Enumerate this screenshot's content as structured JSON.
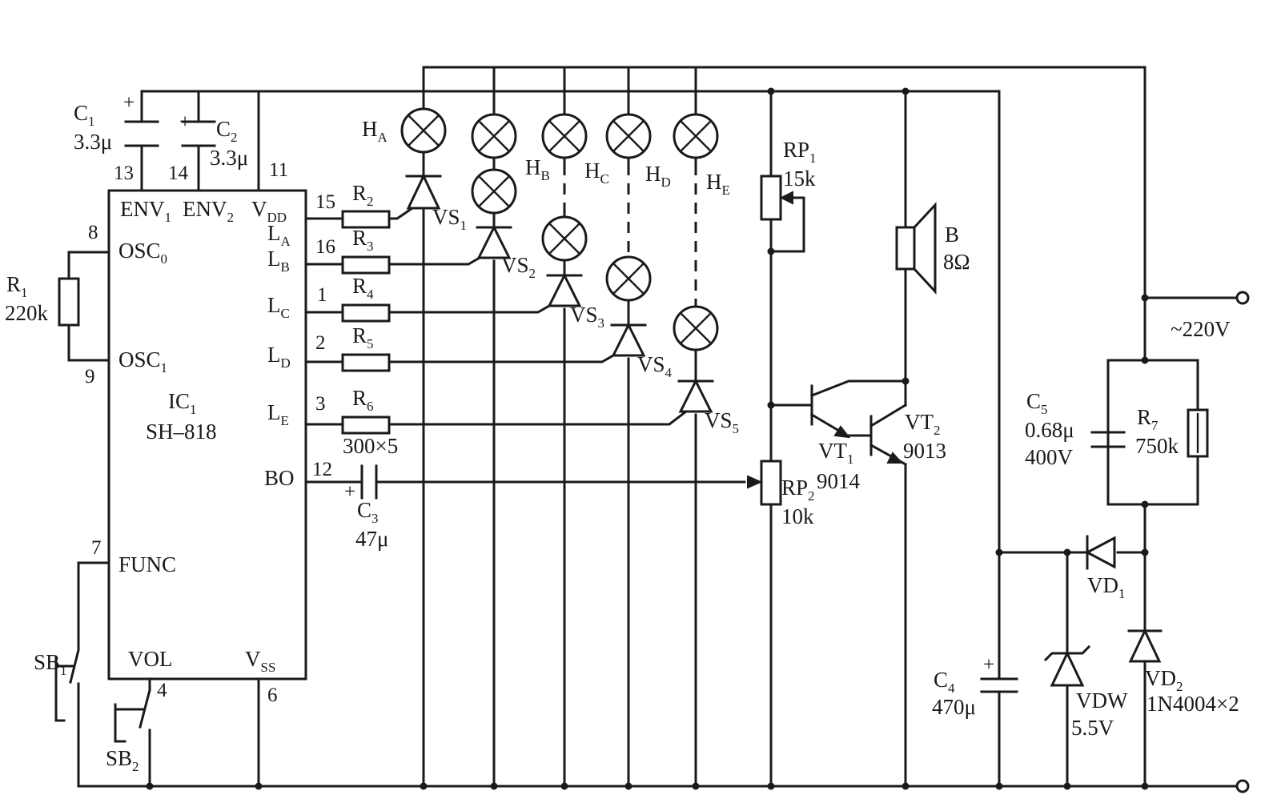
{
  "ic": {
    "ref": "IC",
    "ref_sub": "1",
    "part": "SH–818",
    "pins": {
      "env1": "ENV",
      "env1_sub": "1",
      "env2": "ENV",
      "env2_sub": "2",
      "vdd": "V",
      "vdd_sub": "DD",
      "osc0": "OSC",
      "osc0_sub": "0",
      "osc1": "OSC",
      "osc1_sub": "1",
      "la": "L",
      "la_sub": "A",
      "lb": "L",
      "lb_sub": "B",
      "lc": "L",
      "lc_sub": "C",
      "ld": "L",
      "ld_sub": "D",
      "le": "L",
      "le_sub": "E",
      "bo": "BO",
      "func": "FUNC",
      "vol": "VOL",
      "vss": "V",
      "vss_sub": "SS"
    },
    "pin_numbers": {
      "env1": "13",
      "env2": "14",
      "vdd": "11",
      "osc0": "8",
      "osc1": "9",
      "la": "15",
      "lb": "16",
      "lc": "1",
      "ld": "2",
      "le": "3",
      "bo": "12",
      "func": "7",
      "vol": "4",
      "vss": "6"
    }
  },
  "components": {
    "c1": {
      "ref": "C",
      "sub": "1",
      "value": "3.3μ",
      "polarity": "+"
    },
    "c2": {
      "ref": "C",
      "sub": "2",
      "value": "3.3μ",
      "polarity": "+"
    },
    "c3": {
      "ref": "C",
      "sub": "3",
      "value": "47μ",
      "polarity": "+"
    },
    "c4": {
      "ref": "C",
      "sub": "4",
      "value": "470μ",
      "polarity": "+"
    },
    "c5": {
      "ref": "C",
      "sub": "5",
      "value": "0.68μ",
      "voltage": "400V"
    },
    "r1": {
      "ref": "R",
      "sub": "1",
      "value": "220k"
    },
    "r2": {
      "ref": "R",
      "sub": "2"
    },
    "r3": {
      "ref": "R",
      "sub": "3"
    },
    "r4": {
      "ref": "R",
      "sub": "4"
    },
    "r5": {
      "ref": "R",
      "sub": "5"
    },
    "r6": {
      "ref": "R",
      "sub": "6",
      "value": "300×5"
    },
    "r7": {
      "ref": "R",
      "sub": "7",
      "value": "750k"
    },
    "rp1": {
      "ref": "RP",
      "sub": "1",
      "value": "15k"
    },
    "rp2": {
      "ref": "RP",
      "sub": "2",
      "value": "10k"
    },
    "lamps": [
      {
        "ref": "H",
        "sub": "A"
      },
      {
        "ref": "H",
        "sub": "B"
      },
      {
        "ref": "H",
        "sub": "C"
      },
      {
        "ref": "H",
        "sub": "D"
      },
      {
        "ref": "H",
        "sub": "E"
      }
    ],
    "scrs": [
      {
        "ref": "VS",
        "sub": "1"
      },
      {
        "ref": "VS",
        "sub": "2"
      },
      {
        "ref": "VS",
        "sub": "3"
      },
      {
        "ref": "VS",
        "sub": "4"
      },
      {
        "ref": "VS",
        "sub": "5"
      }
    ],
    "vt1": {
      "ref": "VT",
      "sub": "1",
      "part": "9014"
    },
    "vt2": {
      "ref": "VT",
      "sub": "2",
      "part": "9013"
    },
    "speaker": {
      "ref": "B",
      "value": "8Ω"
    },
    "vd1": {
      "ref": "VD",
      "sub": "1"
    },
    "vd2": {
      "ref": "VD",
      "sub": "2",
      "part": "1N4004×2"
    },
    "vdw": {
      "ref": "VDW",
      "value": "5.5V"
    },
    "sb1": {
      "ref": "SB",
      "sub": "1"
    },
    "sb2": {
      "ref": "SB",
      "sub": "2"
    },
    "mains": {
      "label": "~220V"
    }
  }
}
